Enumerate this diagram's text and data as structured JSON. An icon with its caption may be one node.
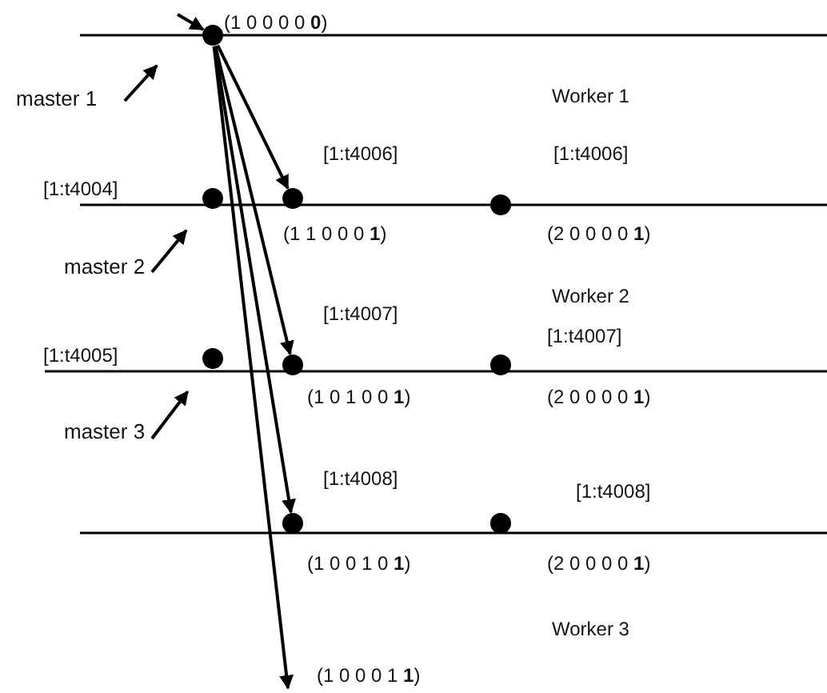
{
  "diagram": {
    "nodes": [
      {
        "text": [],
        "shape": "circle",
        "beside": [
          "(1 0 0 0 0 **0**)"
        ]
      },
      {
        "text": [
          "master 1"
        ]
      },
      {
        "text": [],
        "shape": "circle"
      },
      {
        "text": [],
        "shape": "circle",
        "beside": [
          "[1:t4006]",
          "(1 1 0 0 0 **1**)"
        ]
      },
      {
        "text": [],
        "shape": "circle",
        "beside": [
          "[1:t4006]",
          "(2 0 0 0 0 **1**)"
        ]
      },
      {
        "text": [
          "master 2"
        ]
      },
      {
        "text": [],
        "shape": "circle"
      },
      {
        "text": [],
        "shape": "circle",
        "beside": [
          "[1:t4007]",
          "(1 0 1 0 0 **1**)"
        ]
      },
      {
        "text": [],
        "shape": "circle",
        "beside": [
          "[1:t4007]",
          "(2 0 0 0 0 **1**)"
        ]
      },
      {
        "text": [
          "master 3"
        ]
      },
      {
        "text": [],
        "shape": "circle",
        "beside": [
          "[1:t4008]",
          "(1 0 0 1 0 **1**)"
        ]
      },
      {
        "text": [],
        "shape": "circle",
        "beside": [
          "[1:t4008]",
          "(2 0 0 0 0 **1**)"
        ]
      }
    ],
    "edges": [
      {
        "from": null,
        "to": 0,
        "arrow": "to"
      },
      {
        "from": 1,
        "to": null,
        "arrow": "to"
      },
      {
        "from": 0,
        "to": 3,
        "arrow": "to"
      },
      {
        "from": 0,
        "to": 7,
        "arrow": "to"
      },
      {
        "from": 0,
        "to": 10,
        "arrow": "to"
      },
      {
        "from": 0,
        "to": null,
        "arrow": "to"
      },
      {
        "from": 5,
        "to": 2,
        "arrow": "to"
      },
      {
        "from": 9,
        "to": 6,
        "arrow": "to"
      }
    ],
    "labels": [
      "Worker 1",
      "[1:t4004]",
      "Worker 2",
      "[1:t4005]",
      "Worker 3",
      "(1 0 0 0 1 **1**)"
    ]
  }
}
